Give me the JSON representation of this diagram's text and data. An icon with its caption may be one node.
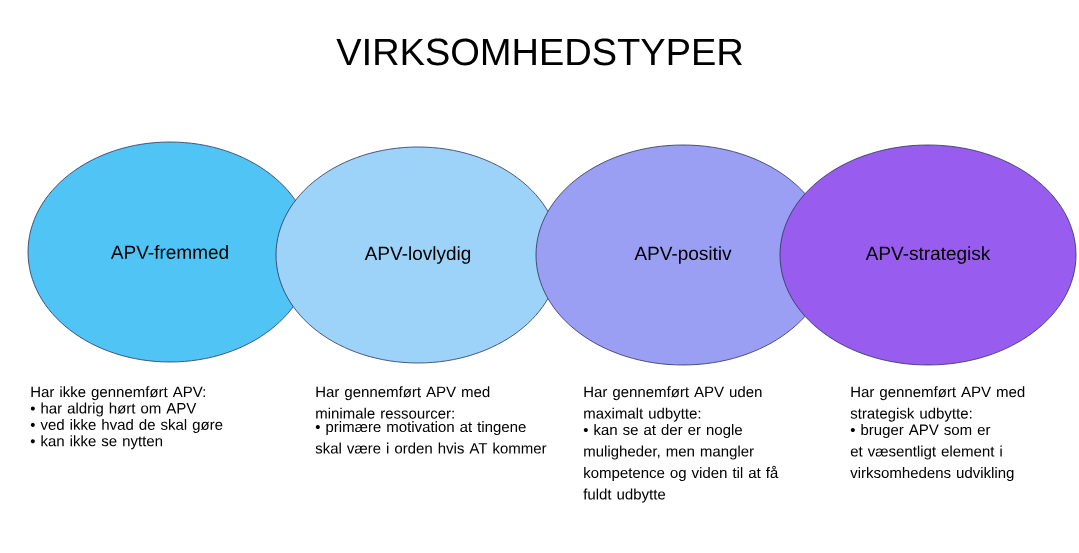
{
  "diagram": {
    "title": "VIRKSOMHEDSTYPER",
    "nodes": [
      {
        "text": [
          "APV-fremmed"
        ],
        "beside": [
          "Har ikke gennemført APV:",
          "• har aldrig hørt om APV",
          "• ved ikke hvad de skal gøre",
          "• kan ikke se nytten"
        ]
      },
      {
        "text": [
          "APV-lovlydig"
        ],
        "beside": [
          "Har gennemført APV med minimale ressourcer:",
          "• primære motivation at tingene skal være i orden hvis AT kommer"
        ]
      },
      {
        "text": [
          "APV-positiv"
        ],
        "beside": [
          "Har gennemført APV uden maximalt udbytte:",
          "• kan se at der er nogle muligheder, men mangler kompetence og viden til at få fuldt udbytte"
        ]
      },
      {
        "text": [
          "APV-strategisk"
        ],
        "beside": [
          "Har gennemført APV med strategisk udbytte:",
          "• bruger APV som er et væsentligt element i virksomhedens udvikling"
        ]
      }
    ]
  }
}
